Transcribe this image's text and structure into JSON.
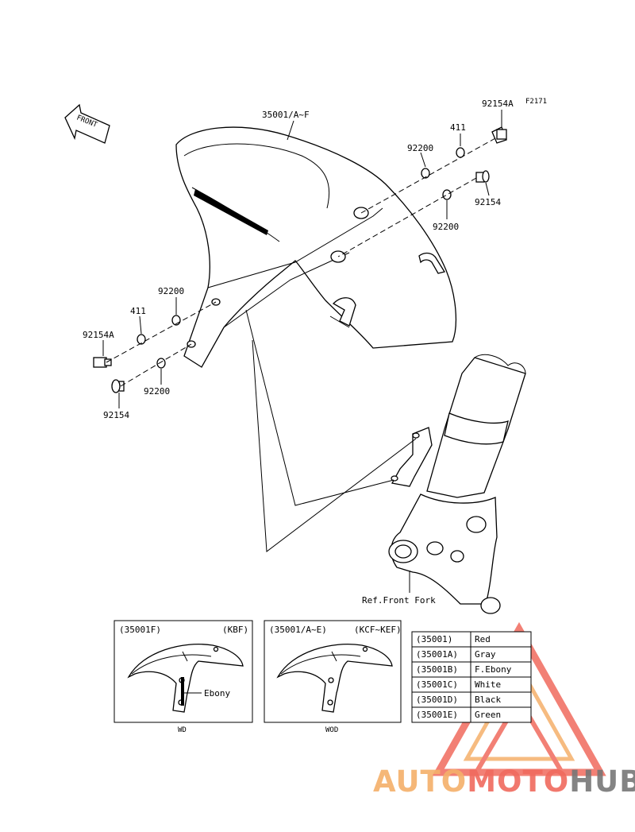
{
  "figure_code": "F2171",
  "front_label": "FRONT",
  "callouts": {
    "fender": "35001/A~F",
    "bolt_a_right": "92154A",
    "washer_411_right": "411",
    "washer_92200_right_upper": "92200",
    "bolt_right": "92154",
    "washer_92200_right_lower": "92200",
    "washer_92200_left_upper": "92200",
    "washer_411_left": "411",
    "bolt_a_left": "92154A",
    "washer_92200_left_lower": "92200",
    "bolt_left": "92154",
    "fork_ref": "Ref.Front Fork"
  },
  "variant_wd": {
    "part_no": "(35001F)",
    "codes": "(KBF)",
    "color_note": "Ebony",
    "caption": "WD"
  },
  "variant_wod": {
    "part_no": "(35001/A~E)",
    "codes": "(KCF~KEF)",
    "caption": "WOD"
  },
  "color_table": [
    {
      "part": "(35001)",
      "color": "Red"
    },
    {
      "part": "(35001A)",
      "color": "Gray"
    },
    {
      "part": "(35001B)",
      "color": "F.Ebony"
    },
    {
      "part": "(35001C)",
      "color": "White"
    },
    {
      "part": "(35001D)",
      "color": "Black"
    },
    {
      "part": "(35001E)",
      "color": "Green"
    }
  ],
  "watermark": {
    "part1": "AUTO",
    "part2": "MOTO",
    "part3": "HUB",
    "color1": "#f5b06a",
    "color2": "#f06a5e",
    "color3": "#777777"
  }
}
